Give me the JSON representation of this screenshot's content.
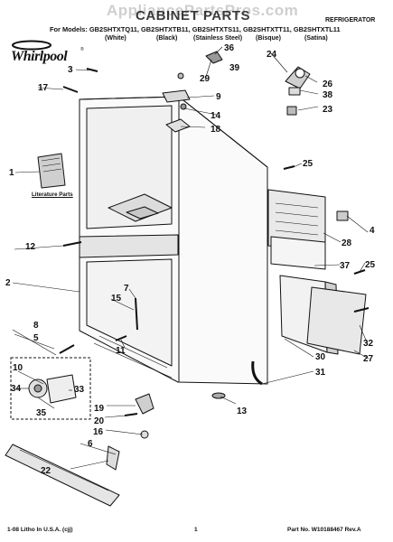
{
  "watermark": "AppliancePartsPros.com",
  "header": {
    "title": "CABINET PARTS",
    "category": "REFRIGERATOR",
    "models_line": "For Models: GB2SHTXTQ11, GB2SHTXTB11, GB2SHTXTS11, GB2SHTXTT11, GB2SHTXTL11",
    "variants": [
      "(White)",
      "(Black)",
      "(Stainless Steel)",
      "(Bisque)",
      "(Satina)"
    ]
  },
  "brand": {
    "name": "Whirlpool",
    "registered": "®"
  },
  "literature_label": "Literature Parts",
  "callouts": [
    "1",
    "2",
    "3",
    "4",
    "5",
    "6",
    "7",
    "8",
    "9",
    "10",
    "11",
    "12",
    "13",
    "14",
    "15",
    "16",
    "17",
    "18",
    "19",
    "20",
    "22",
    "23",
    "24",
    "25",
    "25",
    "26",
    "27",
    "28",
    "29",
    "30",
    "31",
    "32",
    "33",
    "34",
    "35",
    "36",
    "37",
    "38",
    "39"
  ],
  "footer": {
    "left": "1-08 Litho In U.S.A. (cjj)",
    "center": "1",
    "right": "Part No. W10188467 Rev.A"
  },
  "colors": {
    "line": "#111111",
    "fill_light": "#e9e9e9",
    "fill_mid": "#bdbdbd",
    "watermark": "#cfcfcf"
  }
}
